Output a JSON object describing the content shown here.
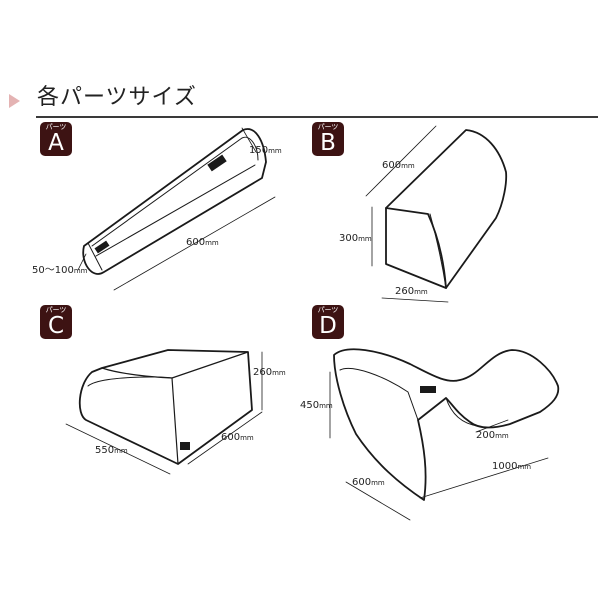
{
  "header": {
    "title": "各パーツサイズ"
  },
  "colors": {
    "badge": "#3d1313",
    "accent_arrow": "#e4b3b3",
    "outline": "#1a1a1a",
    "rule": "#3a3a3a"
  },
  "parts": {
    "a": {
      "badge_sub": "パーツ",
      "badge_letter": "A",
      "dims": {
        "length": "600",
        "width": "150",
        "height": "50～100"
      }
    },
    "b": {
      "badge_sub": "パーツ",
      "badge_letter": "B",
      "dims": {
        "length": "600",
        "height": "300",
        "depth": "260"
      }
    },
    "c": {
      "badge_sub": "パーツ",
      "badge_letter": "C",
      "dims": {
        "height": "260",
        "length": "600",
        "width": "550"
      }
    },
    "d": {
      "badge_sub": "パーツ",
      "badge_letter": "D",
      "dims": {
        "height": "450",
        "width": "600",
        "seat": "200",
        "length": "1000"
      }
    }
  },
  "unit": "mm"
}
